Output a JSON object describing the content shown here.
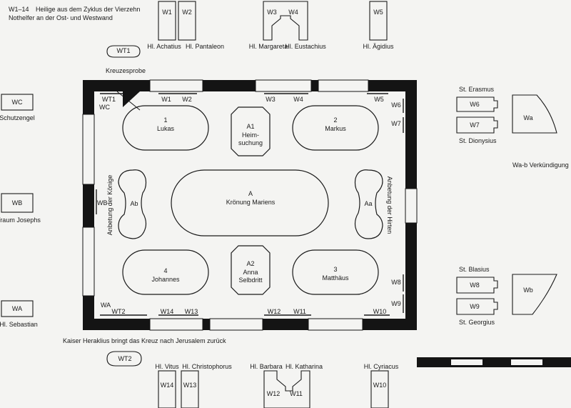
{
  "header": {
    "label": "W1–14",
    "line1": "Heilige aus dem Zyklus der Vierzehn",
    "line2": "Nothelfer an der Ost- und Westwand"
  },
  "top_saints": {
    "w1": "W1",
    "w2": "W2",
    "w3": "W3",
    "w4": "W4",
    "w5": "W5",
    "achatius": "Hl. Achatius",
    "pantaleon": "Hl. Pantaleon",
    "margareta": "Hl. Margareta",
    "eustachius": "Hl. Eustachius",
    "aegidius": "Hl. Ägidius"
  },
  "bottom_saints": {
    "w14": "W14",
    "w13": "W13",
    "w12": "W12",
    "w11": "W11",
    "w10": "W10",
    "vitus": "Hl. Vitus",
    "christophorus": "Hl. Christophorus",
    "barbara": "Hl. Barbara",
    "katharina": "Hl. Katharina",
    "cyriacus": "Hl. Cyriacus"
  },
  "wt1": {
    "box": "WT1",
    "caption": "Kreuzesprobe"
  },
  "wt2": {
    "box": "WT2",
    "caption": "Kaiser Heraklius bringt das Kreuz nach Jerusalem zurück"
  },
  "left_side": {
    "wc": "WC",
    "wc_caption": "Schutzengel",
    "wb": "WB",
    "wb_caption": "Traum Josephs",
    "wa": "WA",
    "wa_caption": "Hl. Sebastian"
  },
  "right_side": {
    "erasmus": "St. Erasmus",
    "w6": "W6",
    "w7": "W7",
    "dionysius": "St. Dionysius",
    "wa_box": "Wa",
    "verkuendigung": "Wa-b Verkündigung",
    "blasius": "St. Blasius",
    "w8": "W8",
    "w9": "W9",
    "georgius": "St. Georgius",
    "wb_box": "Wb"
  },
  "room": {
    "wt1": "WT1",
    "wc": "WC",
    "w1": "W1",
    "w2": "W2",
    "w3": "W3",
    "w4": "W4",
    "w5": "W5",
    "w6": "W6",
    "w7": "W7",
    "wb": "WB",
    "w8": "W8",
    "w9": "W9",
    "wa": "WA",
    "wt2": "WT2",
    "w14": "W14",
    "w13": "W13",
    "w12": "W12",
    "w11": "W11",
    "w10": "W10",
    "left_wall_text": "Anbetung der Könige",
    "right_wall_text": "Anbetung der Hirten"
  },
  "fields": {
    "f1_num": "1",
    "f1_name": "Lukas",
    "f2_num": "2",
    "f2_name": "Markus",
    "f3_num": "3",
    "f3_name": "Matthäus",
    "f4_num": "4",
    "f4_name": "Johannes",
    "a1_label": "A1",
    "a1_l1": "Heim-",
    "a1_l2": "suchung",
    "a_label": "A",
    "a_name": "Krönung Mariens",
    "a2_label": "A2",
    "a2_l1": "Anna",
    "a2_l2": "Selbdritt",
    "ab": "Ab",
    "aa": "Aa"
  }
}
